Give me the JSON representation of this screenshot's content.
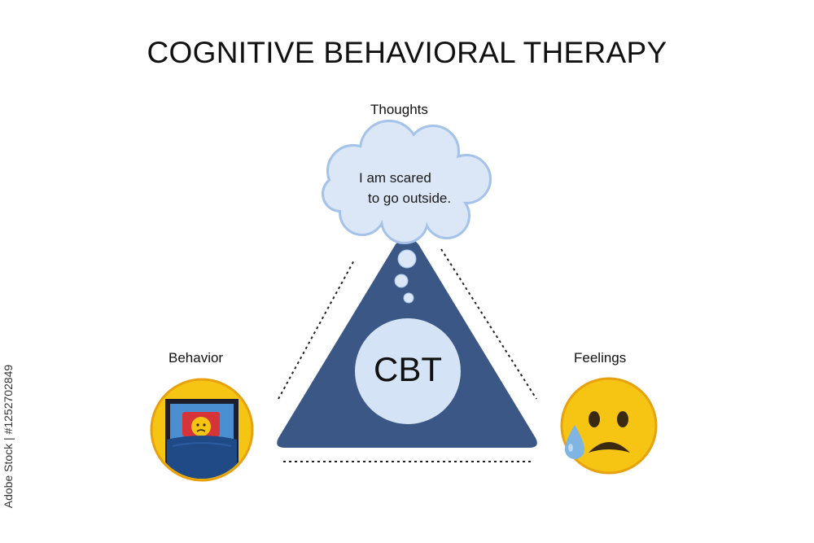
{
  "title": "COGNITIVE BEHAVIORAL THERAPY",
  "thoughts": {
    "label": "Thoughts",
    "bubble_line1": "I am scared",
    "bubble_line2": "to go outside."
  },
  "center": {
    "label": "CBT"
  },
  "behavior": {
    "label": "Behavior",
    "icon": "person-in-bed-icon"
  },
  "feelings": {
    "label": "Feelings",
    "icon": "sad-tear-face-icon"
  },
  "side_text": "Adobe Stock | #1252702849",
  "colors": {
    "triangle": "#3a5786",
    "cloud_fill": "#dbe7f6",
    "cloud_stroke": "#a5c3e8",
    "emoji_yellow": "#f6c514",
    "emoji_outline": "#e7a10d",
    "blanket": "#1f4a86",
    "tear": "#7fb4e3"
  }
}
